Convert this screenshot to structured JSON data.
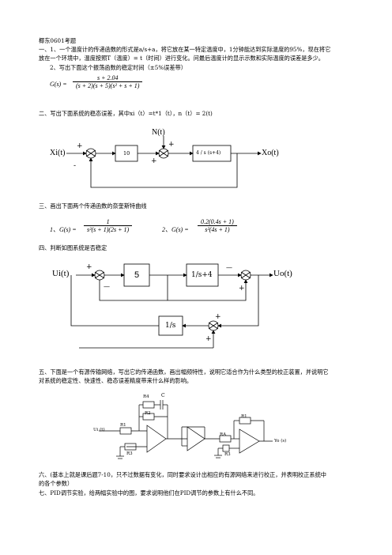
{
  "header": "椰东0601考题",
  "q1": {
    "line1": "一、1、一个温度计的传递函数的形式是a/s+a，将它放在某一特定温度中，1分钟能达到实际温度的95%，现在将它",
    "line2": "放在一个环境中，温度按照T（温度）= t（时间）进行变化。问最后温度计的显示示数和实际温度的误差是多少。",
    "sub2": "2、写出下面这个振荡函数的稳定时间（±5%误差带）",
    "G_lhs": "G(s) =",
    "G_num": "s + 2.04",
    "G_den": "(s + 2)(s + 5)(s² + s + 1)"
  },
  "q2": {
    "text": "二、写出下面系统的稳态误差，其中xi（t）=t*1（t），n（t）= 2(t)",
    "diagram": {
      "input": "Xi(t)",
      "disturbance": "N(t)",
      "output": "Xo(t)",
      "block1": "10",
      "block2": "4 / s (s+4)",
      "plus": "+",
      "minus": "-"
    }
  },
  "q3": {
    "text": "三、画出下面两个传递函数的奈奎斯特曲线",
    "f1_label": "1、G(s) =",
    "f1_num": "1",
    "f1_den": "s²(s + 1)(2s + 1)",
    "f2_label": "2、G(s) =",
    "f2_num": "0.2(0.4s + 1)",
    "f2_den": "s²(4s + 1)"
  },
  "q4": {
    "text": "四、判断如图系统是否稳定",
    "diagram": {
      "input": "Ui(t)",
      "output": "Uo(t)",
      "block1": "5",
      "block2": "1/s+4",
      "block3": "1/s",
      "plus": "+",
      "minus": "—"
    }
  },
  "q5": {
    "line1": "五、下面是一个有源传输网络，写出它的传递函数，画出幅频特性，说明它适合作为什么类型的校正装置，并说明它",
    "line2": "对系统的稳定性、快速性、稳态误差精度带来什么样的影响。",
    "circuit": {
      "R4": "R4",
      "C": "C",
      "R2": "R2",
      "R1": "R1",
      "R3": "R3",
      "RA": "RA",
      "RB": "R1",
      "R3b": "R3",
      "input": "Ui (t)",
      "output": "Yo (s)"
    }
  },
  "q6": {
    "line1": "六、(基本上就是课后题7-10，只不过数据有变化，同时要求设计出相应的有源网络来进行校正，并表明校正系统中",
    "line2": "的各个参数）"
  },
  "q7": {
    "text": "七、PID调节实验，给两幅实验中的图，要求说明他们在PID调节的参数上有什么不同。"
  }
}
